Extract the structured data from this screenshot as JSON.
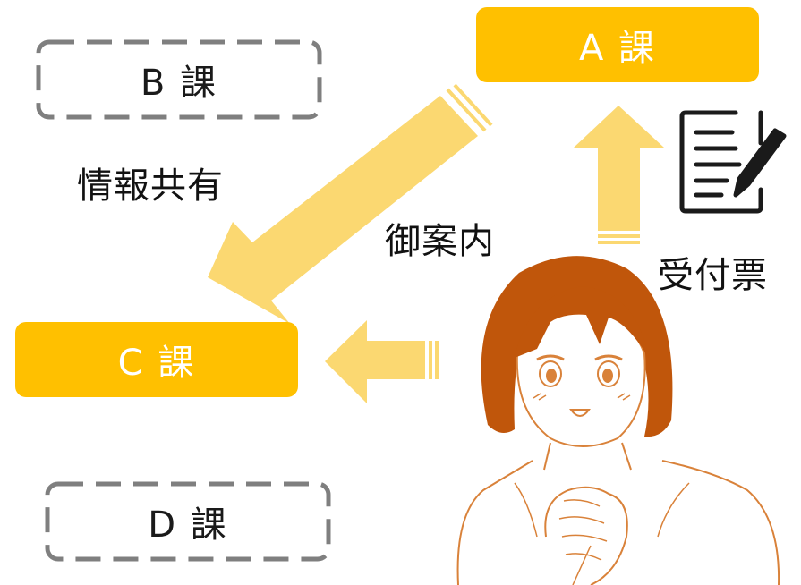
{
  "boxes": {
    "a": "A 課",
    "b": "B 課",
    "c": "C 課",
    "d": "D 課"
  },
  "labels": {
    "info_share": "情報共有",
    "guidance": "御案内",
    "ticket": "受付票"
  },
  "colors": {
    "accent": "#FFC000",
    "arrow": "#FBD871",
    "dashed_border": "#7f7f7f",
    "hair": "#C0560B",
    "line_art": "#D9823A"
  },
  "icons": {
    "document": "document-pen-icon",
    "person": "woman-receptionist-illustration"
  }
}
